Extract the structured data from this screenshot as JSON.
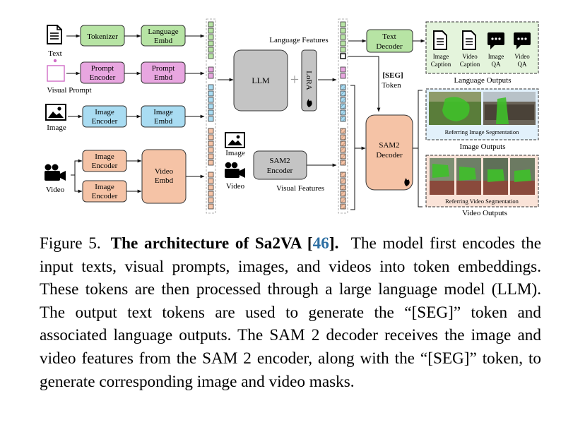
{
  "diagram": {
    "inputs": {
      "text": "Text",
      "visual_prompt": "Visual Prompt",
      "image": "Image",
      "video": "Video"
    },
    "blocks": {
      "tokenizer": "Tokenizer",
      "language_embd": [
        "Language",
        "Embd"
      ],
      "prompt_encoder": [
        "Prompt",
        "Encoder"
      ],
      "prompt_embd": [
        "Prompt",
        "Embd"
      ],
      "image_encoder": [
        "Image",
        "Encoder"
      ],
      "image_embd": [
        "Image",
        "Embd"
      ],
      "video_image_encoder_1": [
        "Image",
        "Encoder"
      ],
      "video_image_encoder_2": [
        "Image",
        "Encoder"
      ],
      "video_embd": [
        "Video",
        "Embd"
      ],
      "llm": "LLM",
      "lora": "LoRA",
      "sam2_encoder": [
        "SAM2",
        "Encoder"
      ],
      "sam2_decoder": [
        "SAM2",
        "Decoder"
      ],
      "text_decoder": [
        "Text",
        "Decoder"
      ]
    },
    "labels": {
      "language_features": "Language Features",
      "seg_token": "[SEG]",
      "token": "Token",
      "visual_features": "Visual Features",
      "sam_image": "Image",
      "sam_video": "Video"
    },
    "outputs": {
      "language_items": [
        [
          "Image",
          "Caption"
        ],
        [
          "Video",
          "Caption"
        ],
        [
          "Image",
          "QA"
        ],
        [
          "Video",
          "QA"
        ]
      ],
      "language_outputs": "Language Outputs",
      "referring_image_segmentation": "Referring Image Segmentation",
      "image_outputs": "Image Outputs",
      "referring_video_segmentation": "Referring Video Segmentation",
      "video_outputs": "Video Outputs"
    },
    "colors": {
      "green": "#b7e4a4",
      "pink": "#e8a6e0",
      "blue": "#a9dcf2",
      "orange": "#f5c3a6",
      "gray": "#c4c4c4",
      "green_panel": "#e4f4dc",
      "blue_panel": "#e2f1fb",
      "orange_panel": "#fae3d8"
    }
  },
  "caption": {
    "figure_label": "Figure 5.",
    "title": "The architecture of Sa2VA [",
    "ref": "46",
    "title_end": "].",
    "body": "The model first encodes the input texts, visual prompts, images, and videos into token embeddings.  These tokens are then processed through a large language model (LLM). The output text tokens are used to generate the “[SEG]” token and associated language outputs. The SAM 2 decoder receives the image and video features from the SAM 2 encoder, along with the “[SEG]” token, to generate corresponding image and video masks."
  }
}
